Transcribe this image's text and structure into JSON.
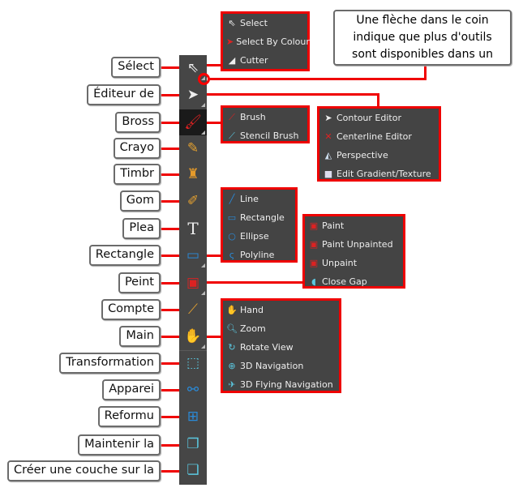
{
  "labels": [
    "Sélect",
    "Éditeur de",
    "Bross",
    "Crayo",
    "Timbr",
    "Gom",
    "Plea",
    "Rectangle",
    "Peint",
    "Compte",
    "Main",
    "Transformation",
    "Apparei",
    "Reformu",
    "Maintenir la",
    "Créer une couche sur la"
  ],
  "callout": [
    "Une flèche dans le coin",
    "indique que plus d'outils",
    "sont disponibles dans un"
  ],
  "popups": {
    "select": [
      "Select",
      "Select By Colour",
      "Cutter"
    ],
    "contour": [
      "Contour Editor",
      "Centerline Editor",
      "Perspective",
      "Edit Gradient/Texture"
    ],
    "brush": [
      "Brush",
      "Stencil Brush"
    ],
    "shapes": [
      "Line",
      "Rectangle",
      "Ellipse",
      "Polyline"
    ],
    "paint": [
      "Paint",
      "Paint Unpainted",
      "Unpaint",
      "Close Gap"
    ],
    "hand": [
      "Hand",
      "Zoom",
      "Rotate View",
      "3D Navigation",
      "3D Flying Navigation"
    ]
  },
  "colors": {
    "highlight": "#ee0000",
    "toolbar": "#464646"
  }
}
